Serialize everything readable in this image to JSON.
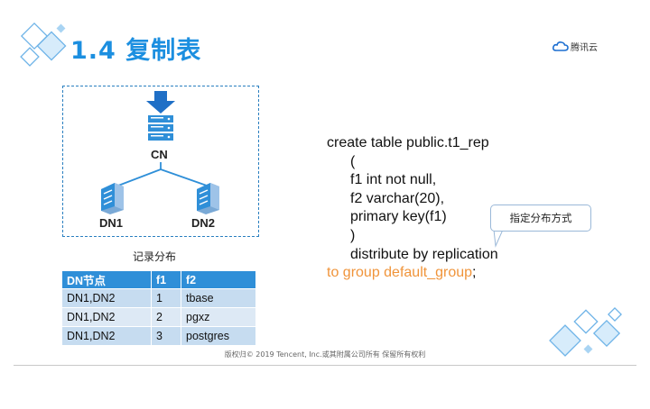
{
  "slide": {
    "title": "1.4 复制表",
    "logo_text": "腾讯云",
    "footer": "版权归© 2019 Tencent, Inc.或其附属公司所有 保留所有权利"
  },
  "diagram": {
    "cn_label": "CN",
    "dn1_label": "DN1",
    "dn2_label": "DN2"
  },
  "table": {
    "caption": "记录分布",
    "headers": [
      "DN节点",
      "f1",
      "f2"
    ],
    "rows": [
      [
        "DN1,DN2",
        "1",
        "tbase"
      ],
      [
        "DN1,DN2",
        "2",
        "pgxz"
      ],
      [
        "DN1,DN2",
        "3",
        "postgres"
      ]
    ]
  },
  "sql": {
    "lines": [
      "create table public.t1_rep",
      "(",
      "f1 int not null,",
      "f2 varchar(20),",
      "primary key(f1)",
      ")",
      "distribute by replication"
    ],
    "orange_part": "to group default_group",
    "end_part": ";"
  },
  "callout": {
    "text": "指定分布方式"
  },
  "colors": {
    "title": "#1c8fe0",
    "table_header": "#2f8fd8",
    "arrow": "#1f6fc6",
    "orange_code": "#f0943a"
  },
  "icons": [
    "diamond-deco-icon",
    "down-arrow-icon",
    "server-icon",
    "tencent-cloud-logo-icon"
  ]
}
